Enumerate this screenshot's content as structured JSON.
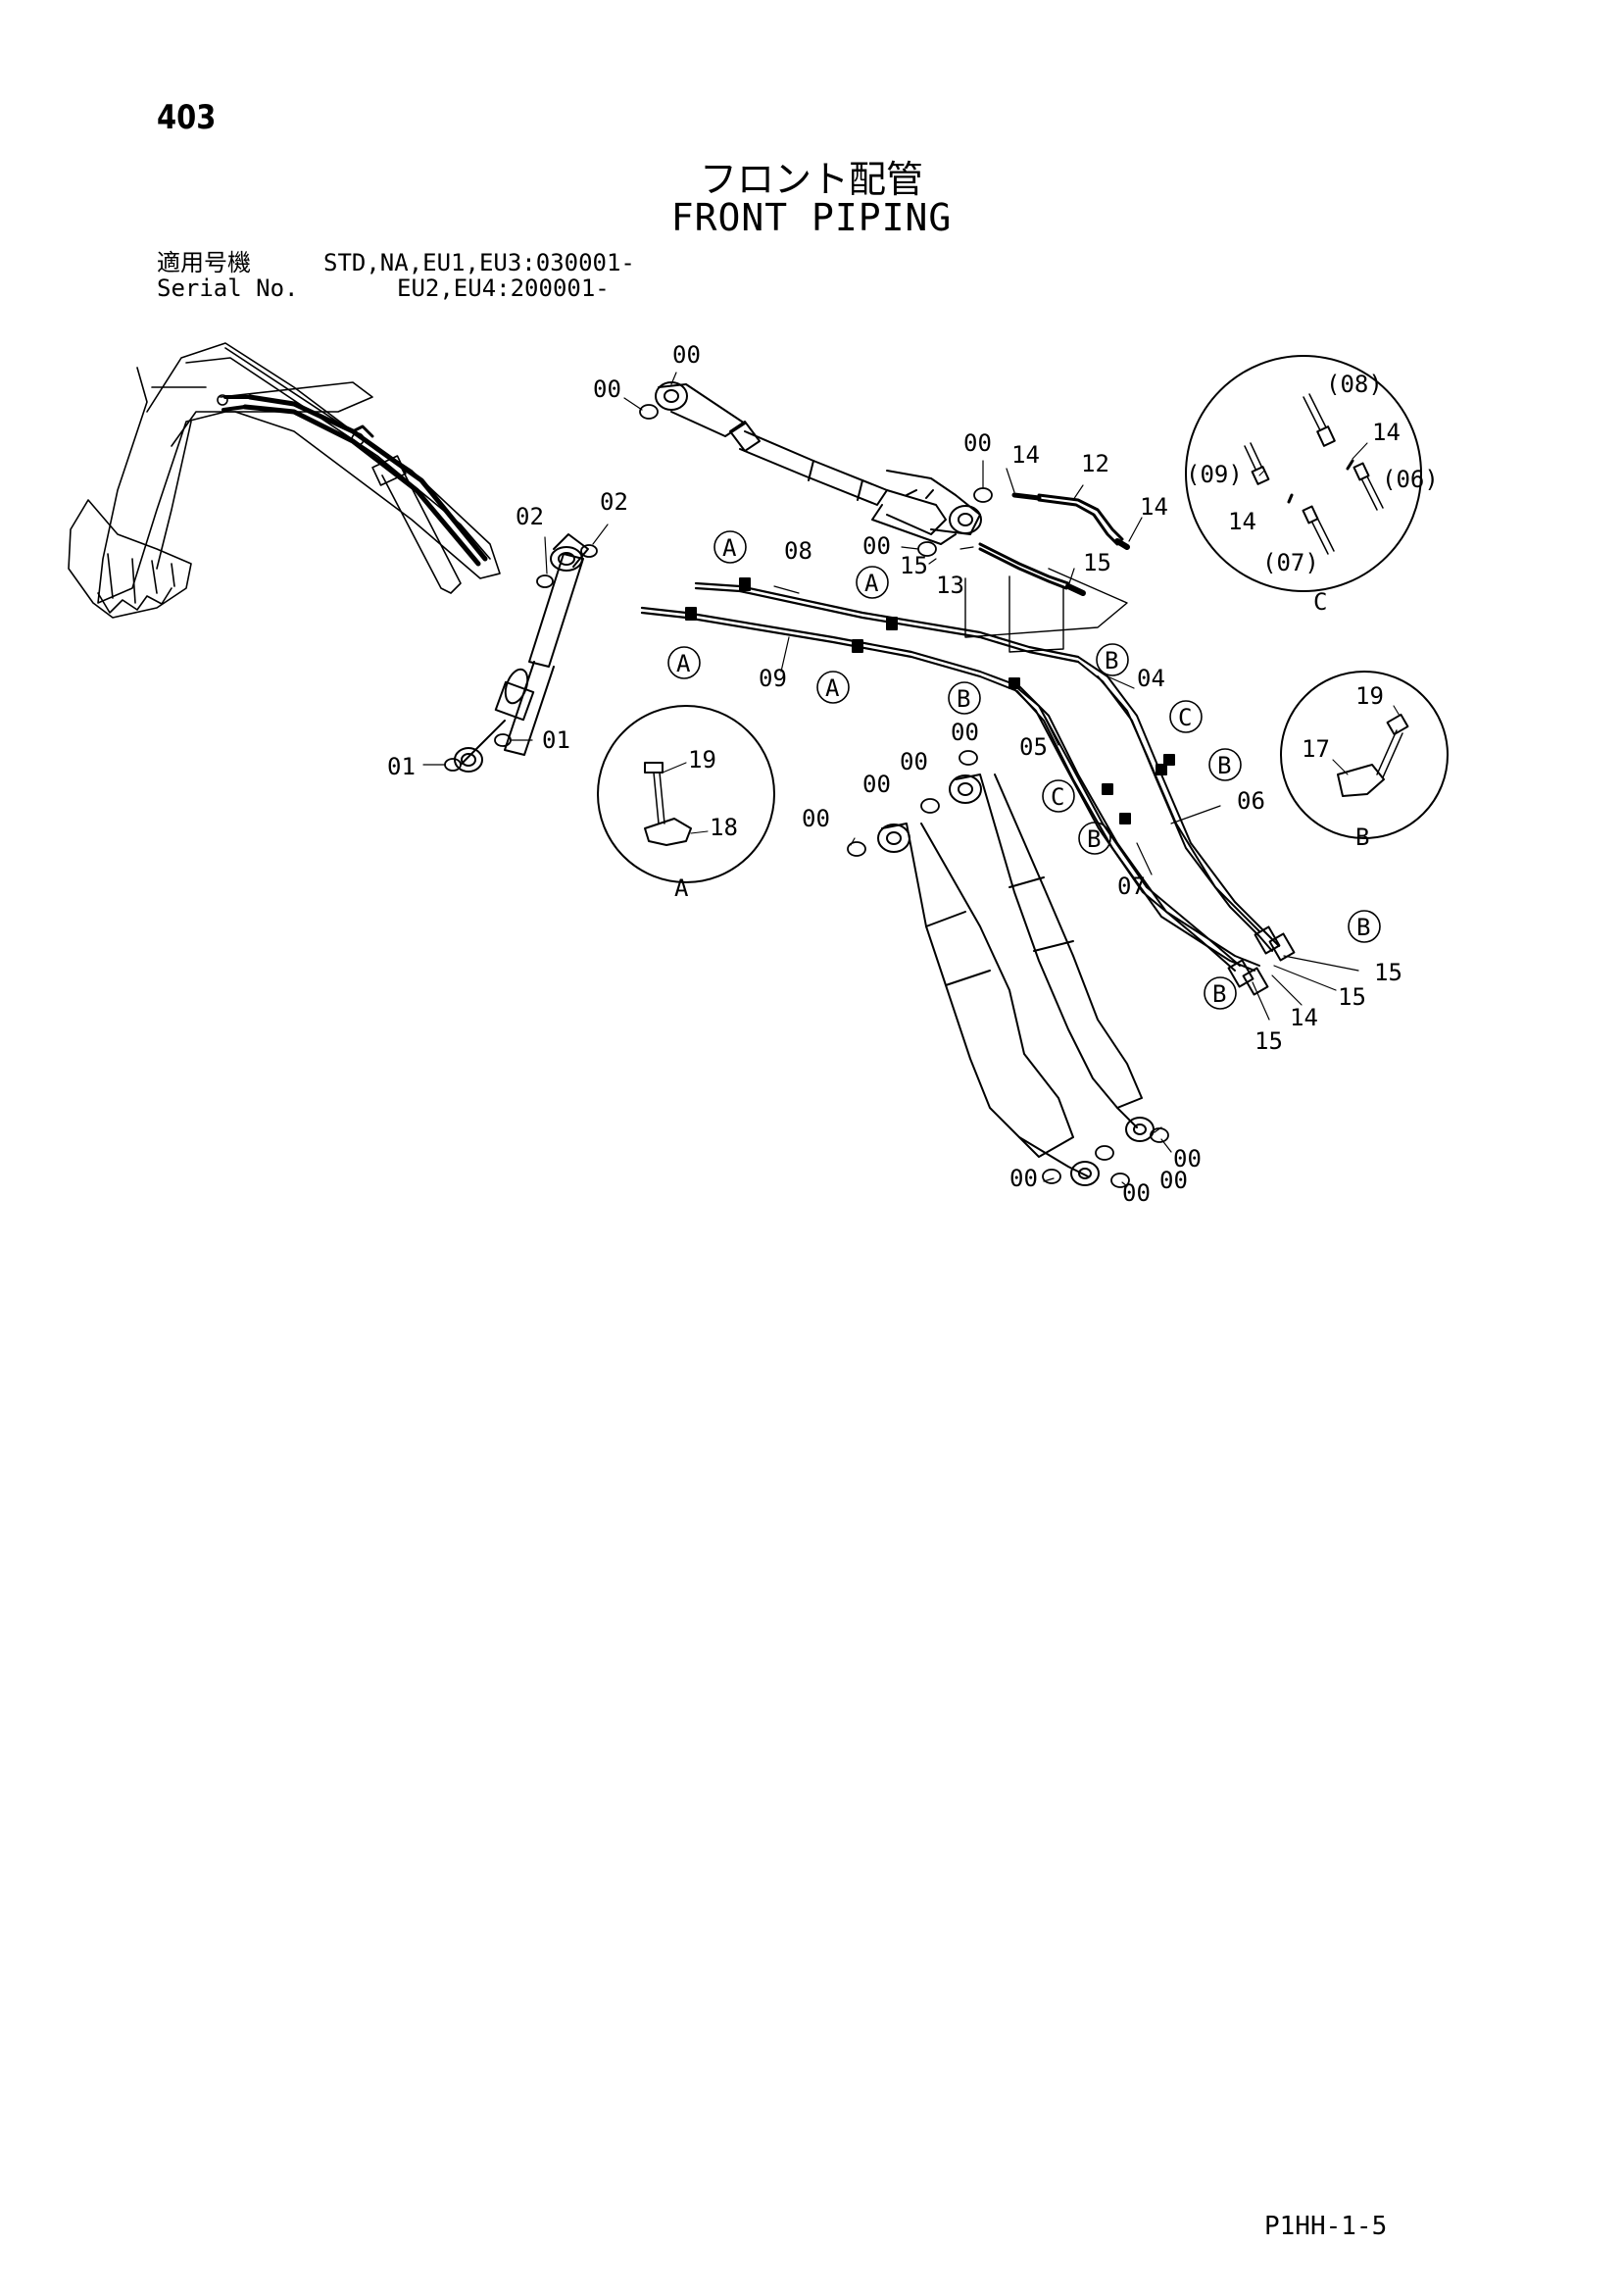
{
  "page_number": "403",
  "title_ja": "フロント配管",
  "title_en": "FRONT PIPING",
  "serial": {
    "label_ja": "適用号機",
    "label_en": "Serial No.",
    "value_1": "STD,NA,EU1,EU3:030001-",
    "value_2": "EU2,EU4:200001-"
  },
  "doc_code": "P1HH-1-5",
  "callouts": {
    "c00": "00",
    "c01": "01",
    "c02": "02",
    "c04": "04",
    "c05": "05",
    "c06": "06",
    "c07": "07",
    "c08": "08",
    "c09": "09",
    "c12": "12",
    "c13": "13",
    "c14": "14",
    "c15": "15",
    "c17": "17",
    "c18": "18",
    "c19": "19",
    "p06": "(06)",
    "p07": "(07)",
    "p08": "(08)",
    "p09": "(09)"
  },
  "detail_views": {
    "a": "A",
    "b": "B",
    "c": "C"
  },
  "colors": {
    "ink": "#000000",
    "paper": "#ffffff"
  }
}
